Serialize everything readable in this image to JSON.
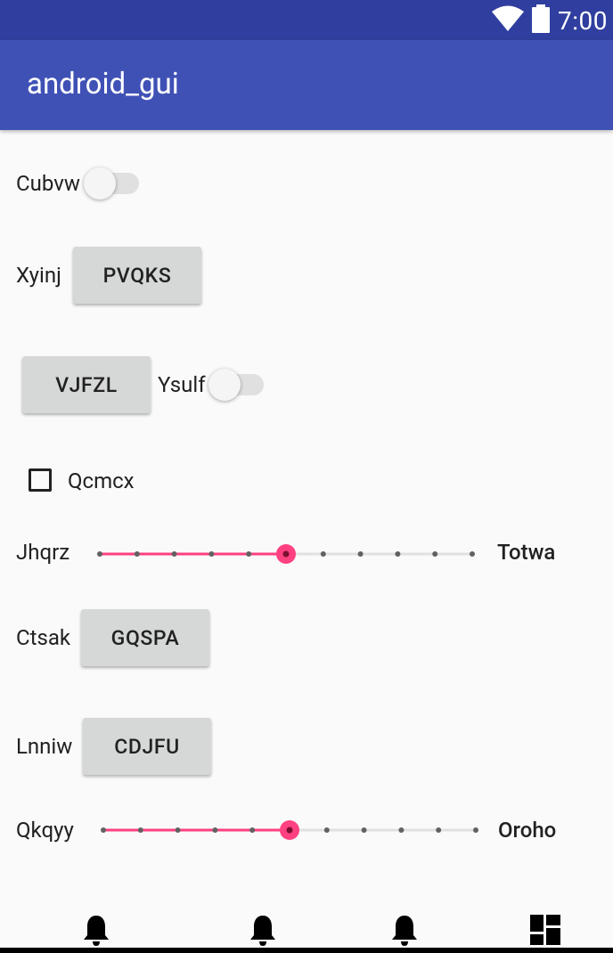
{
  "statusbar": {
    "time": "7:00",
    "icons": [
      "wifi-icon",
      "battery-icon"
    ]
  },
  "appbar": {
    "title": "android_gui"
  },
  "rows": {
    "switch1": {
      "label": "Cubvw",
      "checked": false
    },
    "button1": {
      "label": "Xyinj",
      "button": "PVQKS"
    },
    "button2": {
      "button": "VJFZL",
      "switch_label": "Ysulf",
      "checked": false
    },
    "checkbox1": {
      "label": "Qcmcx",
      "checked": false
    },
    "seek1": {
      "label_left": "Jhqrz",
      "label_right": "Totwa",
      "max": 10,
      "value": 5
    },
    "button3": {
      "label": "Ctsak",
      "button": "GQSPA"
    },
    "button4": {
      "label": "Lnniw",
      "button": "CDJFU"
    },
    "seek2": {
      "label_left": "Qkqyy",
      "label_right": "Oroho",
      "max": 10,
      "value": 5
    }
  },
  "bottom_nav": [
    "bell-icon",
    "bell-icon",
    "bell-icon",
    "dashboard-icon"
  ],
  "colors": {
    "status": "#303f9f",
    "primary": "#3f51b5",
    "accent": "#ff4081"
  }
}
